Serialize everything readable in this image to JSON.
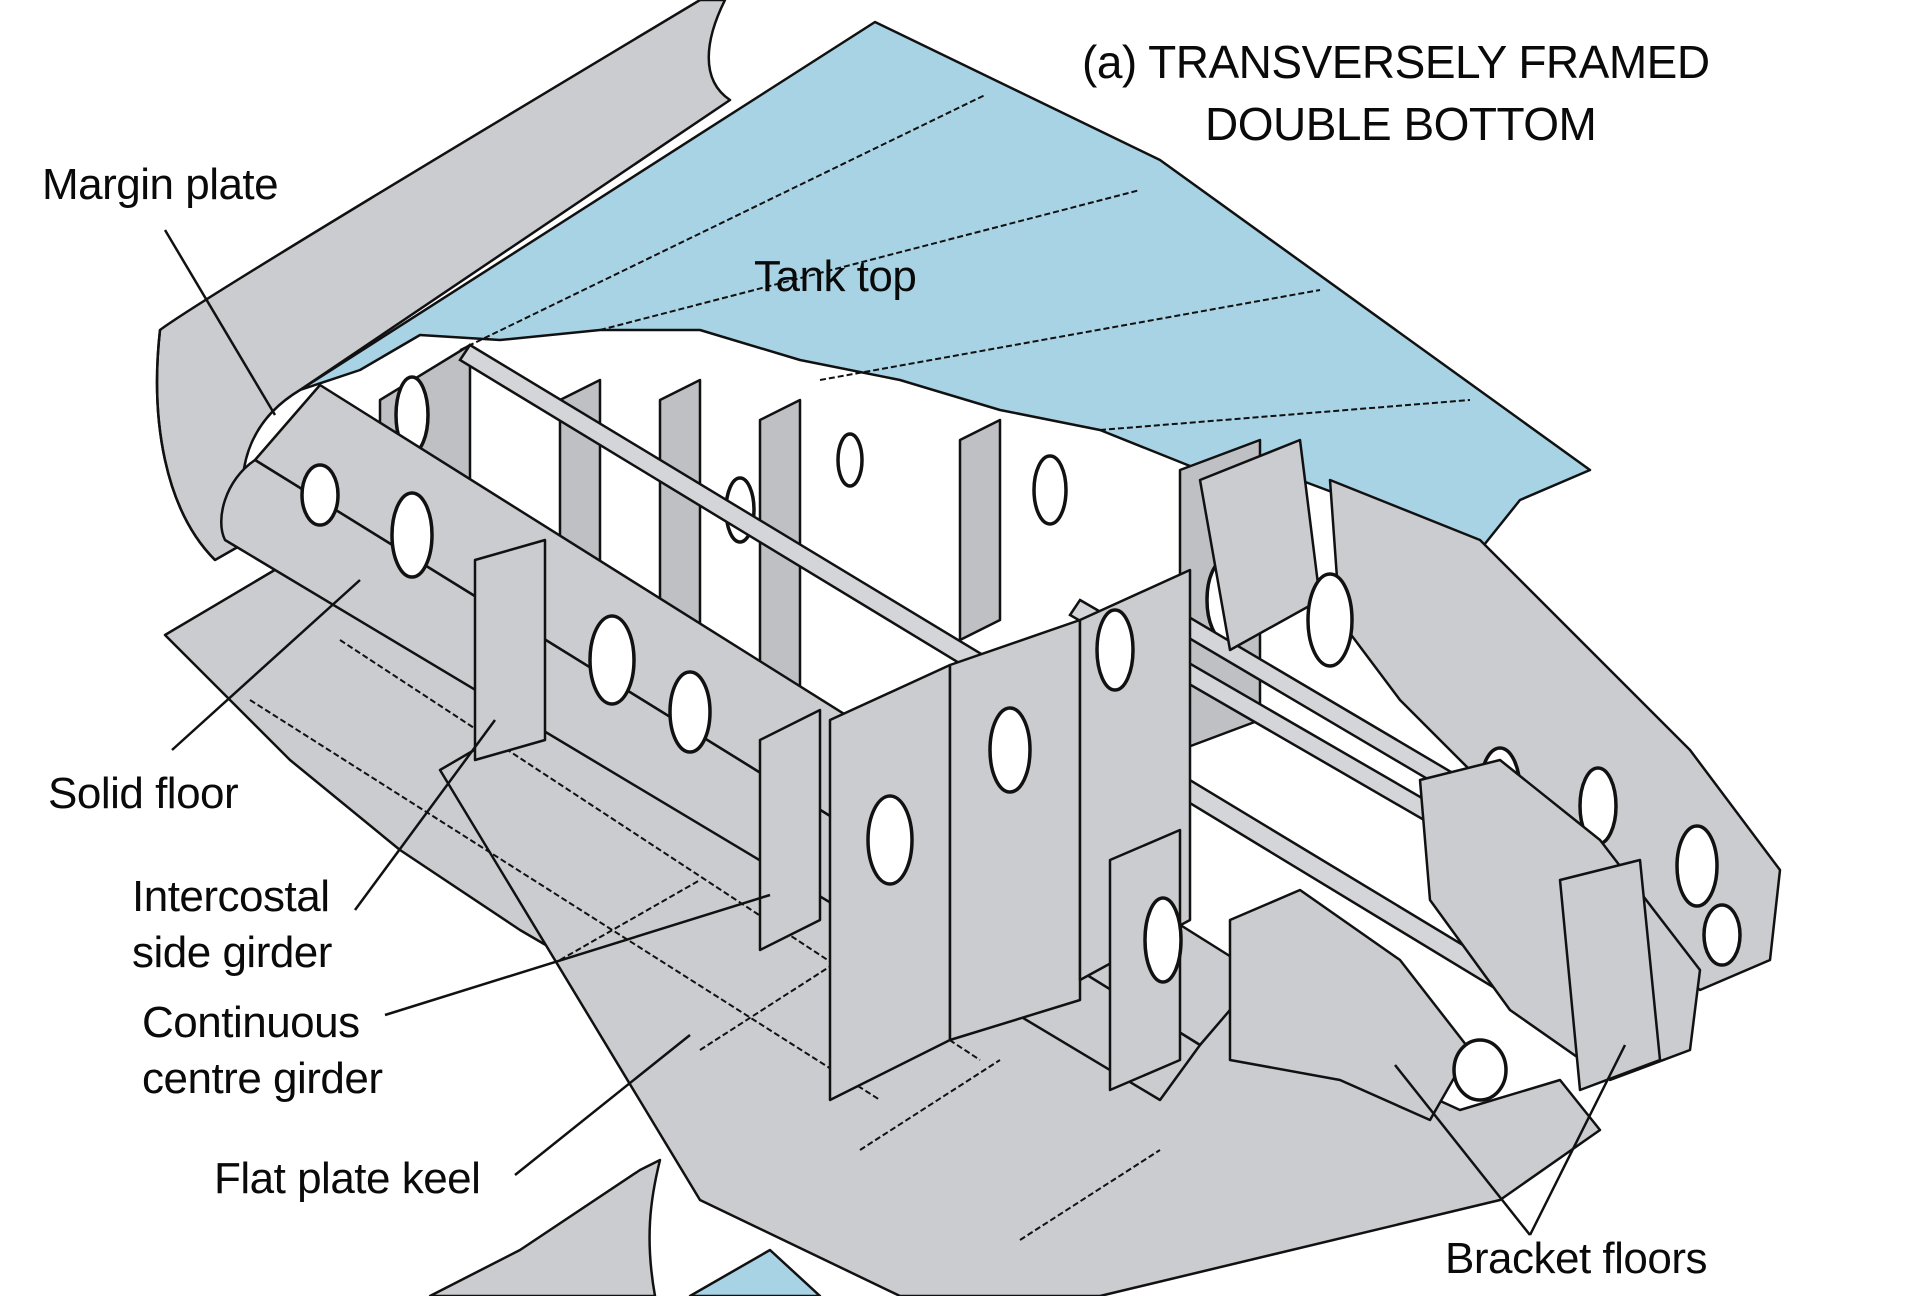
{
  "title": {
    "line1": "(a) TRANSVERSELY FRAMED",
    "line2": "DOUBLE BOTTOM"
  },
  "labels": {
    "margin_plate": "Margin plate",
    "tank_top": "Tank top",
    "solid_floor": "Solid floor",
    "intercostal_line1": "Intercostal",
    "intercostal_line2": "side girder",
    "centre_line1": "Continuous",
    "centre_line2": "centre girder",
    "flat_plate_keel": "Flat plate keel",
    "bracket_floors": "Bracket floors"
  },
  "colors": {
    "steel": "#cbcccf",
    "tank_top_fill": "#a8d3e4",
    "line": "#111111"
  }
}
